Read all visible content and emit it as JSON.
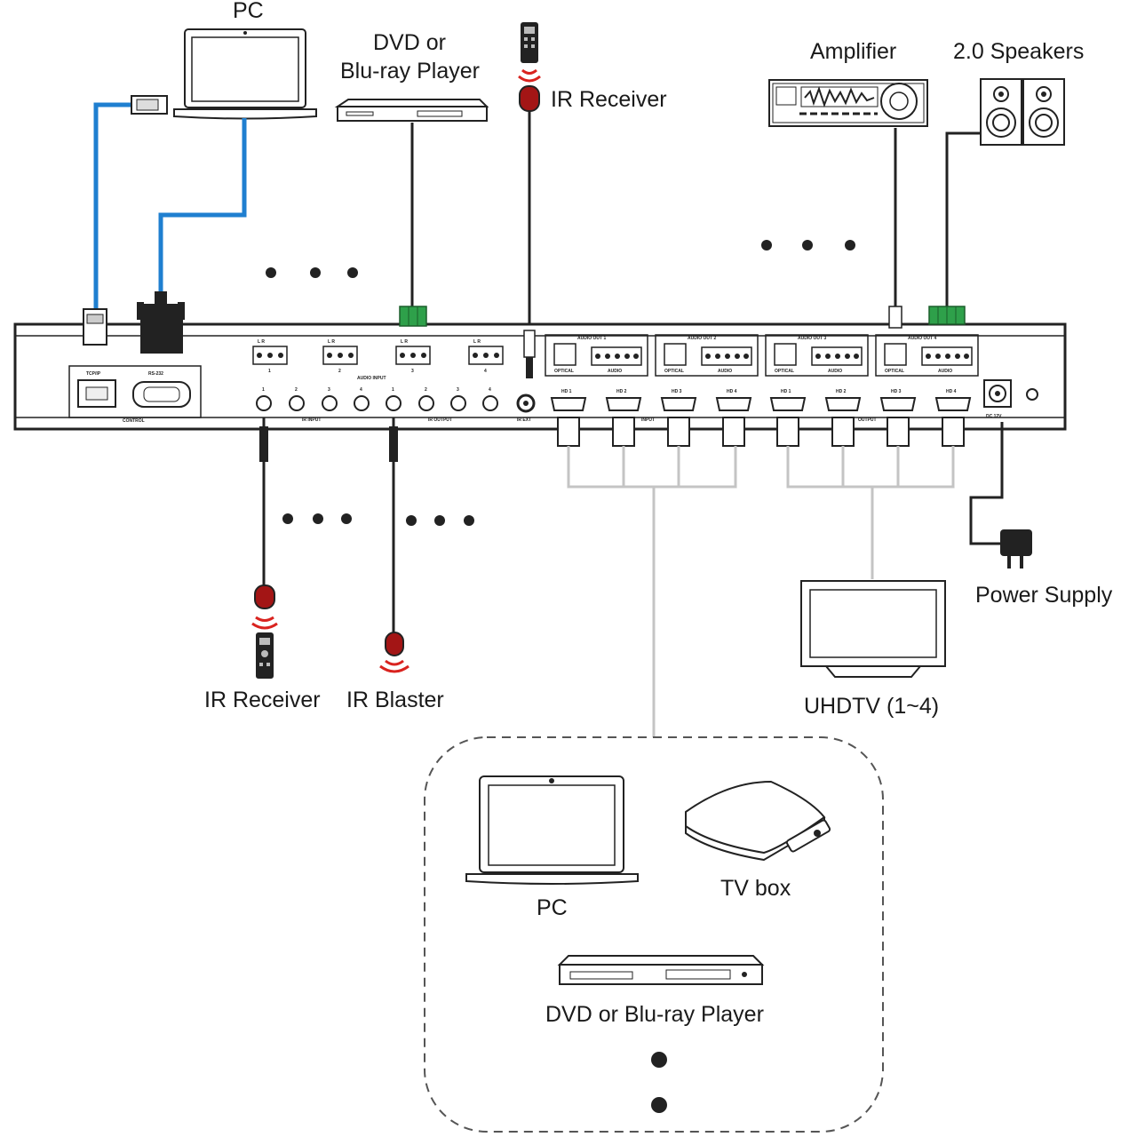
{
  "labels": {
    "pc_top": "PC",
    "dvd_top_line1": "DVD or",
    "dvd_top_line2": "Blu-ray Player",
    "ir_receiver_top": "IR Receiver",
    "amplifier": "Amplifier",
    "speakers": "2.0 Speakers",
    "ir_receiver_bottom": "IR Receiver",
    "ir_blaster": "IR Blaster",
    "uhdtv": "UHDTV (1~4)",
    "power_supply": "Power Supply",
    "pc_sources": "PC",
    "tv_box": "TV box",
    "dvd_sources": "DVD or Blu-ray Player"
  },
  "panel": {
    "tcpip": "TCP/IP",
    "rs232": "RS-232",
    "control": "CONTROL",
    "audio_input": "AUDIO INPUT",
    "ir_input": "IR INPUT",
    "ir_output": "IR OUTPUT",
    "ir_ext": "IR EXT",
    "input": "INPUT",
    "output": "OUTPUT",
    "dc": "DC 12V",
    "optical": "OPTICAL",
    "audio": "AUDIO",
    "lr": "L  R",
    "audio_in_nums": [
      "1",
      "2",
      "3",
      "4"
    ],
    "ir_in_nums": [
      "1",
      "2",
      "3",
      "4"
    ],
    "ir_out_nums": [
      "1",
      "2",
      "3",
      "4"
    ],
    "hdmi_inputs": [
      "HD 1",
      "HD 2",
      "HD 3",
      "HD 4"
    ],
    "hdmi_outputs": [
      "HD 1",
      "HD 2",
      "HD 3",
      "HD 4"
    ],
    "audio_outs": [
      "AUDIO OUT 1",
      "AUDIO OUT 2",
      "AUDIO OUT 3",
      "AUDIO OUT 4"
    ]
  },
  "colors": {
    "network_cable": "#1f7fd0",
    "cable": "#222222",
    "hdmi_cable": "#c4c4c4",
    "terminal_block": "#2ea04a",
    "ir_emitter": "#a31515",
    "ir_signal": "#d9231f"
  }
}
